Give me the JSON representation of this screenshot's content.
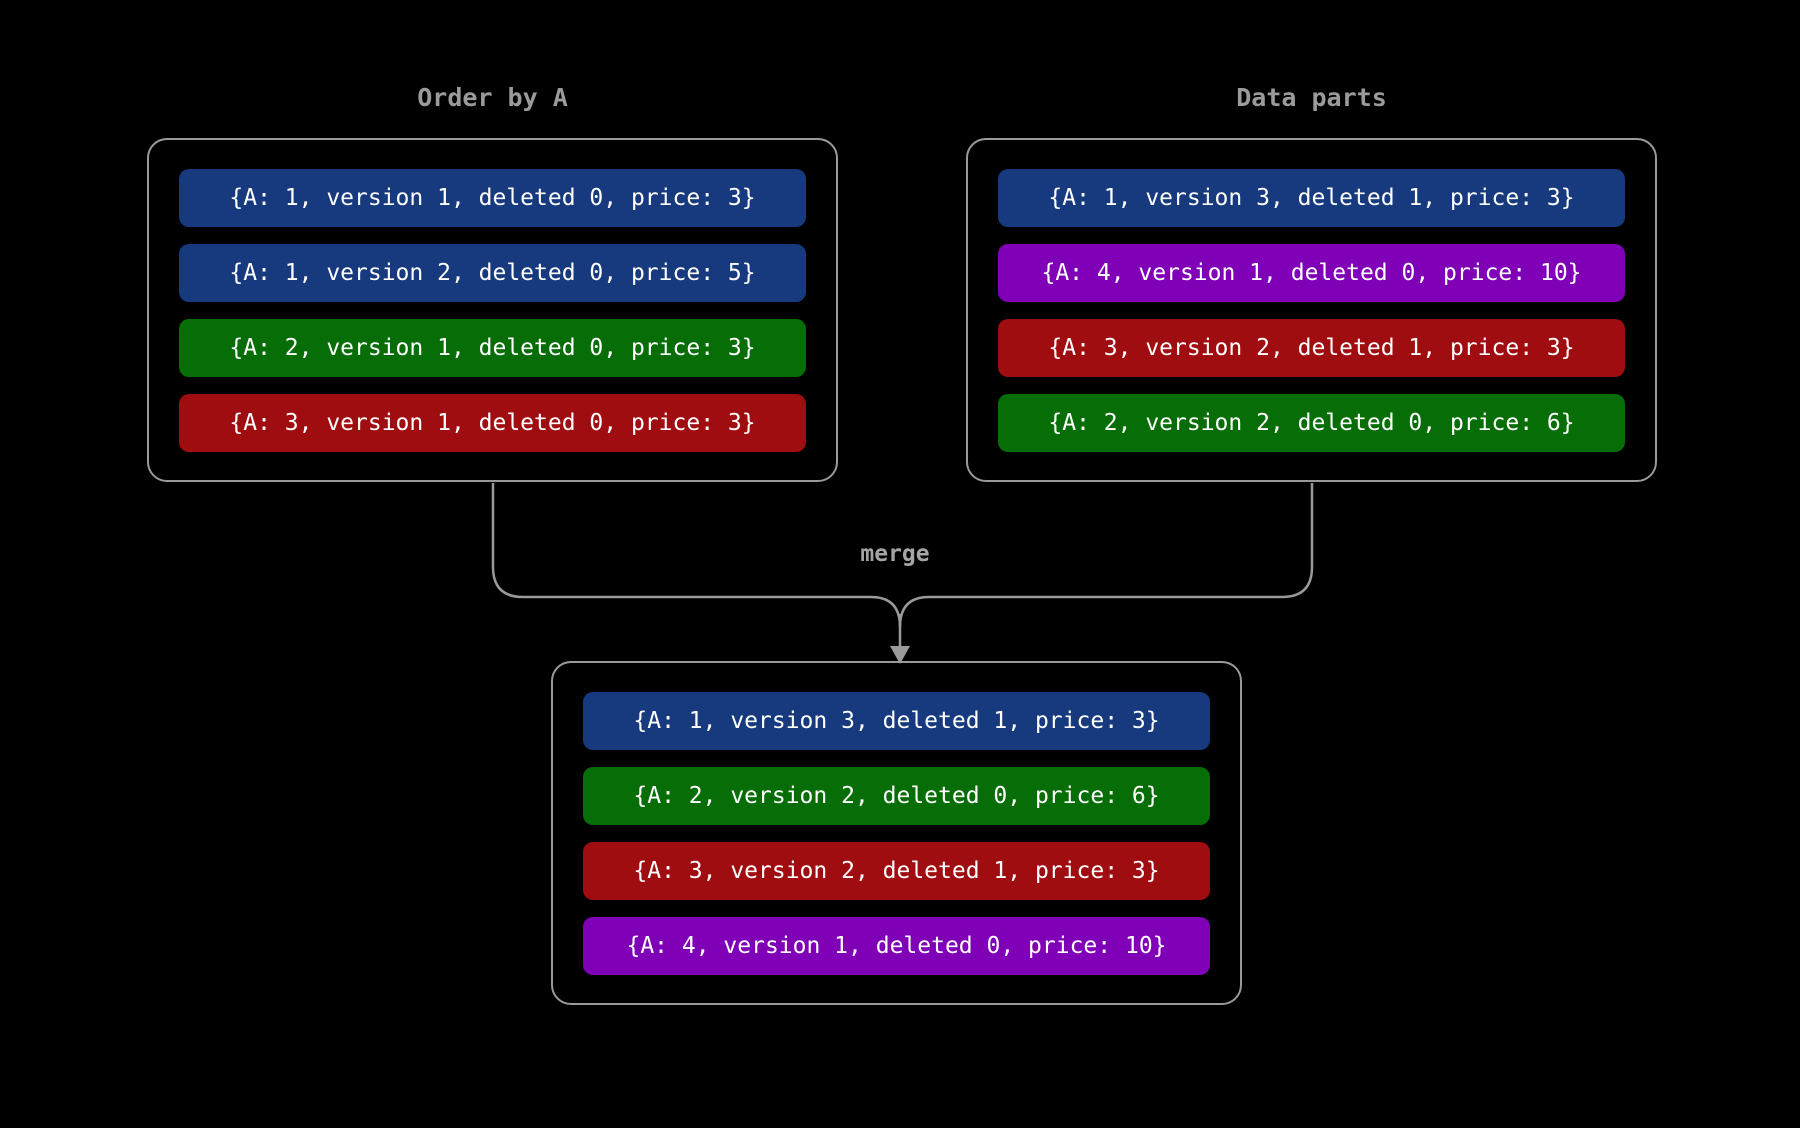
{
  "palette": {
    "background": "#000000",
    "line_gray": "#9a9a9a",
    "title_gray": "#9b9b9b",
    "row_text": "#ffffff",
    "blue": "#163a7d",
    "green": "#076e07",
    "red": "#a00d10",
    "purple": "#8000b8"
  },
  "groups": [
    {
      "title": "Order by A",
      "rows": [
        {
          "text": "{A: 1, version 1, deleted 0, price: 3}",
          "color": "#163a7d",
          "color_name": "blue"
        },
        {
          "text": "{A: 1, version 2, deleted 0, price: 5}",
          "color": "#163a7d",
          "color_name": "blue"
        },
        {
          "text": "{A: 2, version 1, deleted 0, price: 3}",
          "color": "#076e07",
          "color_name": "green"
        },
        {
          "text": "{A: 3, version 1, deleted 0, price: 3}",
          "color": "#a00d10",
          "color_name": "red"
        }
      ]
    },
    {
      "title": "Data parts",
      "rows": [
        {
          "text": "{A: 1, version 3, deleted 1, price: 3}",
          "color": "#163a7d",
          "color_name": "blue"
        },
        {
          "text": "{A: 4, version 1, deleted 0, price: 10}",
          "color": "#8000b8",
          "color_name": "purple"
        },
        {
          "text": "{A: 3, version 2, deleted 1, price: 3}",
          "color": "#a00d10",
          "color_name": "red"
        },
        {
          "text": "{A: 2, version 2, deleted 0, price: 6}",
          "color": "#076e07",
          "color_name": "green"
        }
      ]
    },
    {
      "rows": [
        {
          "text": "{A: 1, version 3, deleted 1, price: 3}",
          "color": "#163a7d",
          "color_name": "blue"
        },
        {
          "text": "{A: 2, version 2, deleted 0, price: 6}",
          "color": "#076e07",
          "color_name": "green"
        },
        {
          "text": "{A: 3, version 2, deleted 1, price: 3}",
          "color": "#a00d10",
          "color_name": "red"
        },
        {
          "text": "{A: 4, version 1, deleted 0, price: 10}",
          "color": "#8000b8",
          "color_name": "purple"
        }
      ]
    }
  ],
  "connector": {
    "label": "merge",
    "color": "#9a9a9a"
  }
}
